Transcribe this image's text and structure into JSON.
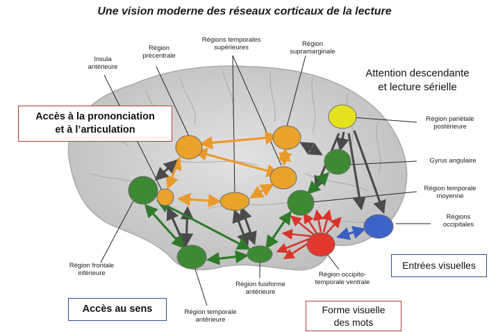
{
  "title": "Une vision moderne des réseaux corticaux de la lecture",
  "headings": {
    "attention": "Attention descendante\net lecture sérielle"
  },
  "boxes": {
    "prononciation": "Accès à la prononciation\net à l’articulation",
    "sens": "Accès au sens",
    "entrees_visuelles": "Entrées visuelles",
    "forme_visuelle": "Forme visuelle\ndes mots"
  },
  "regions": {
    "insula": "Insula\nantérieure",
    "precentrale": "Région\nprécentrale",
    "temporales_sup": "Régions temporales\nsupérieures",
    "supramarginale": "Région\nsupramarginale",
    "parietale_post": "Région pariétale\npostérieure",
    "gyrus_angulaire": "Gyrus angulaire",
    "temporale_moyenne": "Région temporale\nmoyenne",
    "occipitales": "Régions\noccipitales",
    "frontale_inf": "Région frontale\ninférieure",
    "fusiforme_ant": "Région fusiforme\nantérieure",
    "occipito_temporale": "Région occipito-\ntemporale ventrale",
    "temporale_ant": "Région temporale\nantérieure"
  },
  "colors": {
    "green_node": "#3e8a34",
    "orange_node": "#e9a22a",
    "yellow_node": "#e4e21e",
    "blue_node": "#3e63c8",
    "red_node": "#e2382e",
    "green_arrow": "#2f7a2b",
    "orange_arrow": "#ea9a2a",
    "dark_arrow": "#4a4a4a",
    "red_arrow": "#d9342b",
    "blue_arrow": "#3a5fc0",
    "brain_fill": "#cfcfcf",
    "brain_stroke": "#a9a9a9"
  }
}
